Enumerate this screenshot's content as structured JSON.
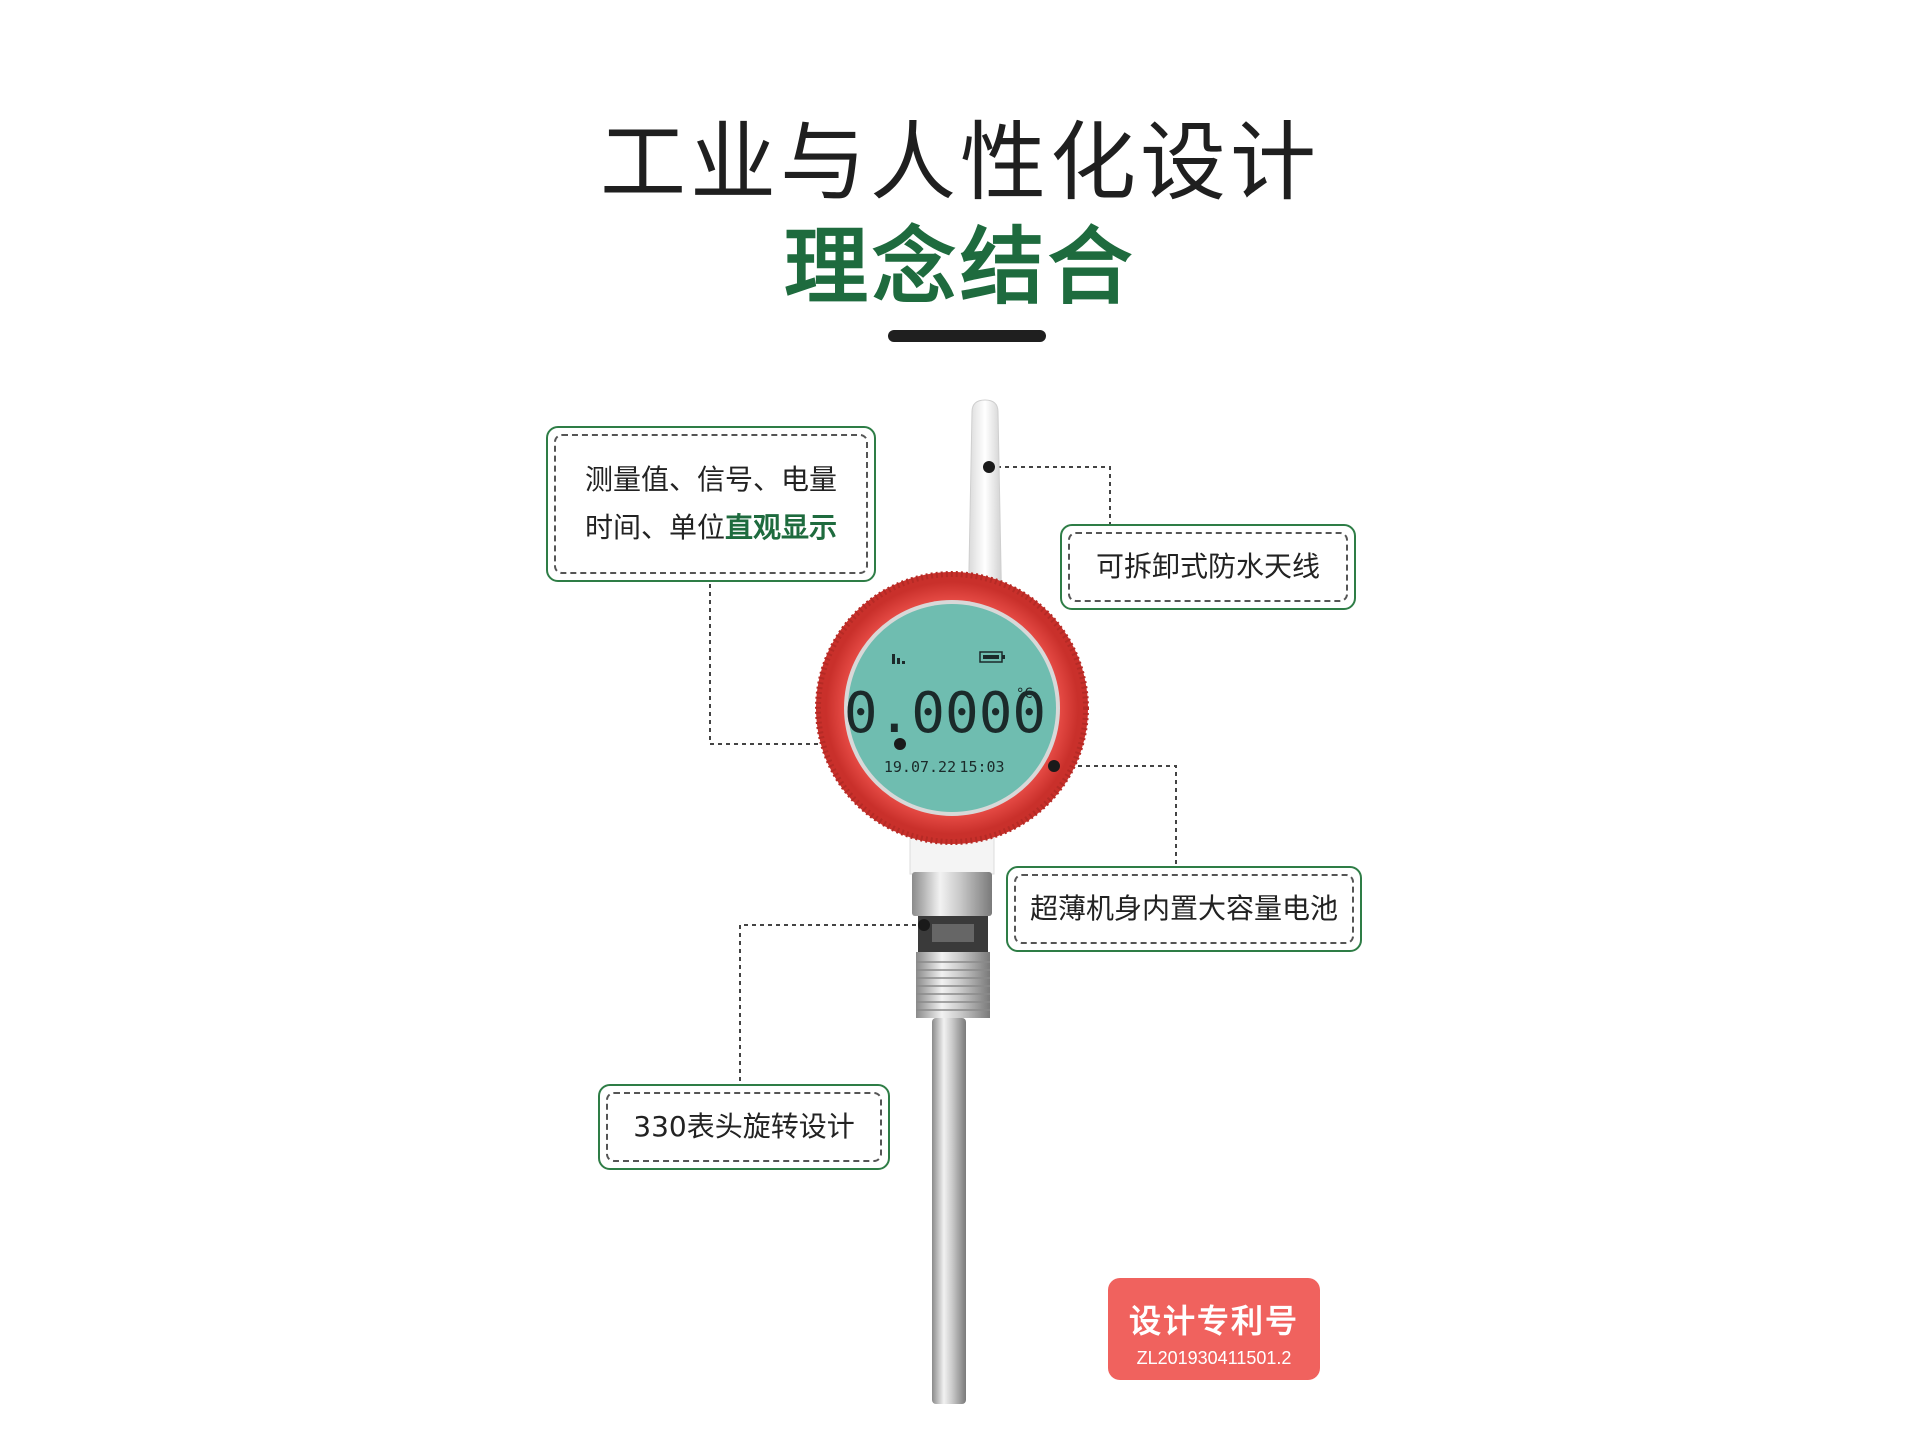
{
  "heading": {
    "line1": "工业与人性化设计",
    "line2": "理念结合"
  },
  "callouts": {
    "display": {
      "line1": "测量值、信号、电量",
      "line2_plain": "时间、单位",
      "line2_highlight": "直观显示"
    },
    "antenna": "可拆卸式防水天线",
    "battery": "超薄机身内置大容量电池",
    "rotation": "330表头旋转设计"
  },
  "lcd": {
    "reading": "0.0000",
    "unit": "°C",
    "date": "19.07.22",
    "time": "15:03"
  },
  "patent": {
    "title": "设计专利号",
    "number": "ZL201930411501.2"
  },
  "colors": {
    "accent_green": "#1e6b3e",
    "housing_red": "#e8413c",
    "lcd_teal": "#6fbdb0",
    "patent_badge": "#f0625e"
  }
}
